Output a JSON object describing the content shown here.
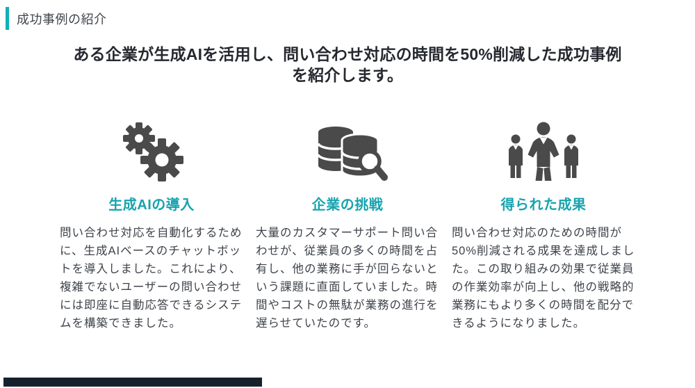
{
  "slide": {
    "kicker": "成功事例の紹介",
    "heading": "ある企業が生成AIを活用し、問い合わせ対応の時間を50%削減した成功事例を紹介します。",
    "columns": [
      {
        "icon": "gears-icon",
        "title": "生成AIの導入",
        "body": "問い合わせ対応を自動化するために、生成AIベースのチャットボットを導入しました。これにより、複雑でないユーザーの問い合わせには即座に自動応答できるシステムを構築できました。"
      },
      {
        "icon": "database-search-icon",
        "title": "企業の挑戦",
        "body": "大量のカスタマーサポート問い合わせが、従業員の多くの時間を占有し、他の業務に手が回らないという課題に直面していました。時間やコストの無駄が業務の進行を遅らせていたのです。"
      },
      {
        "icon": "business-team-icon",
        "title": "得られた成果",
        "body": "問い合わせ対応のための時間が50%削減される成果を達成しました。この取り組みの効果で従業員の作業効率が向上し、他の戦略的業務にもより多くの時間を配分できるようになりました。"
      }
    ],
    "colors": {
      "accent_teal": "#12afb8",
      "title_teal": "#16a3ae",
      "icon_gray": "#4a4a4a",
      "heading_text": "#25292f",
      "body_text": "#3e434a",
      "footer_bar": "#14212c"
    }
  }
}
